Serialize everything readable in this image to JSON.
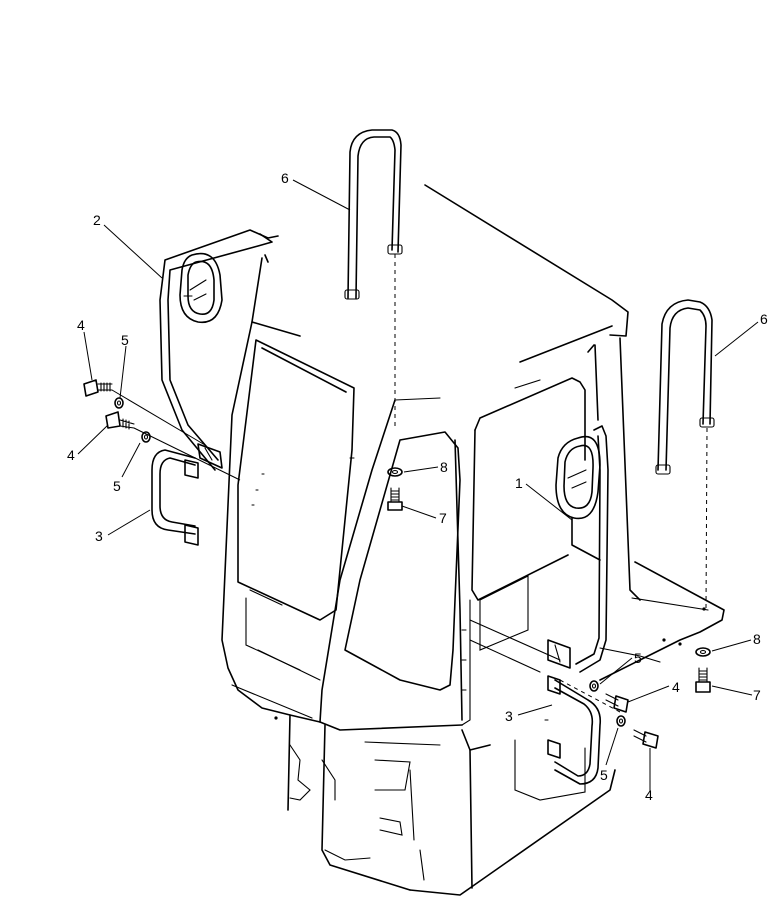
{
  "callouts": [
    {
      "id": "c2",
      "text": "2"
    },
    {
      "id": "c6a",
      "text": "6"
    },
    {
      "id": "c6b",
      "text": "6"
    },
    {
      "id": "c4a",
      "text": "4"
    },
    {
      "id": "c5a",
      "text": "5"
    },
    {
      "id": "c4b",
      "text": "4"
    },
    {
      "id": "c5b",
      "text": "5"
    },
    {
      "id": "c3a",
      "text": "3"
    },
    {
      "id": "c8a",
      "text": "8"
    },
    {
      "id": "c7a",
      "text": "7"
    },
    {
      "id": "c1",
      "text": "1"
    },
    {
      "id": "c5c",
      "text": "5"
    },
    {
      "id": "c8b",
      "text": "8"
    },
    {
      "id": "c4c",
      "text": "4"
    },
    {
      "id": "c7b",
      "text": "7"
    },
    {
      "id": "c3b",
      "text": "3"
    },
    {
      "id": "c5d",
      "text": "5"
    },
    {
      "id": "c4d",
      "text": "4"
    }
  ]
}
